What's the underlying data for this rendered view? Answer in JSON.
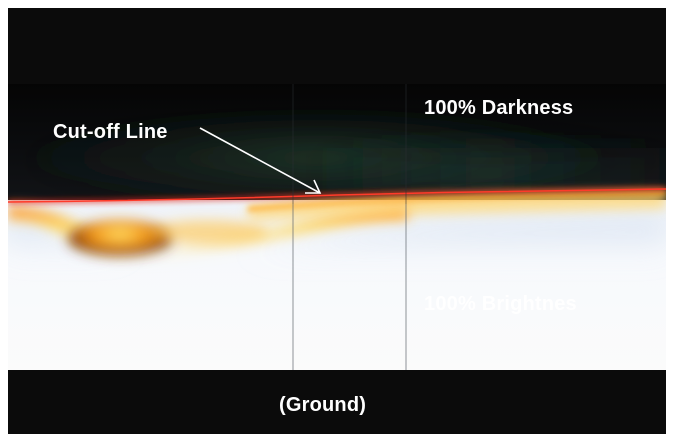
{
  "figure": {
    "labels": {
      "darkness": "100% Darkness",
      "brightness": "100% Brightnes",
      "cutoff_line": "Cut-off Line",
      "ground": "(Ground)"
    },
    "colors": {
      "background": "#0b0b0b",
      "cutoff_line": "#e02a1e",
      "glow_orange": "#f49a1c",
      "glow_yellow": "#ffd84a",
      "bright_area": "#f8f9fc",
      "arrow": "#ffffff"
    }
  }
}
